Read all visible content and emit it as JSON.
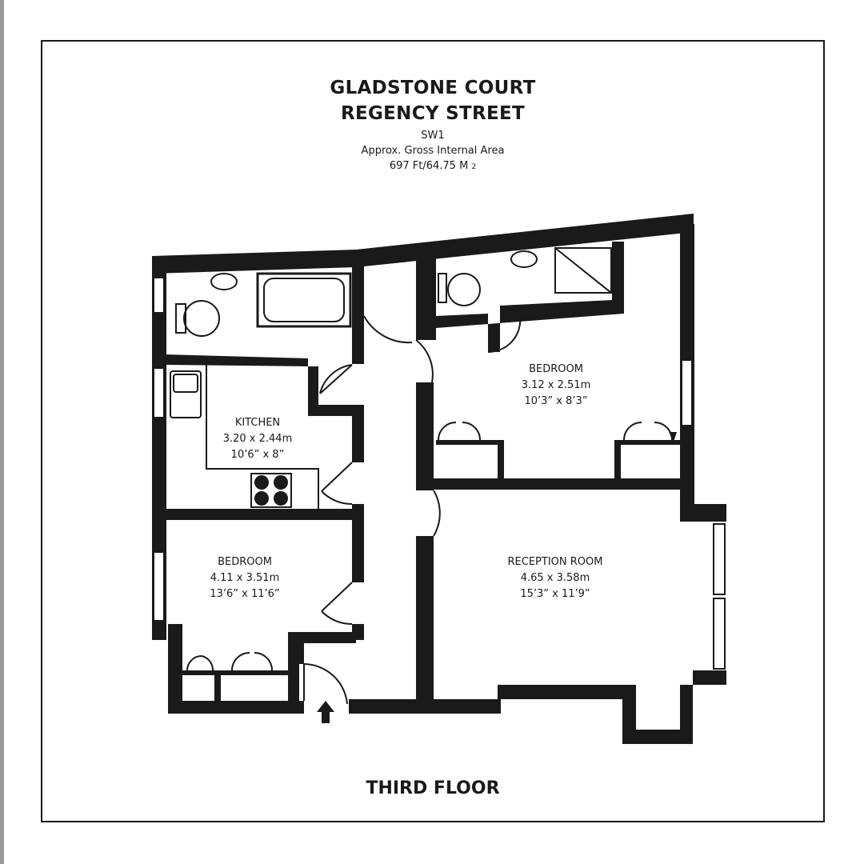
{
  "header": {
    "building": "GLADSTONE COURT",
    "street": "REGENCY STREET",
    "postcode": "SW1",
    "area_label": "Approx. Gross Internal Area",
    "area_value": "697 Ft/64.75 M",
    "area_unit_sup": "2"
  },
  "floor_label": "THIRD FLOOR",
  "rooms": {
    "kitchen": {
      "name": "KITCHEN",
      "metric": "3.20 x 2.44m",
      "imperial": "10’6” x 8”"
    },
    "bedroom_1": {
      "name": "BEDROOM",
      "metric": "3.12 x 2.51m",
      "imperial": "10’3” x 8’3”"
    },
    "bedroom_2": {
      "name": "BEDROOM",
      "metric": "4.11 x 3.51m",
      "imperial": "13’6” x 11’6”"
    },
    "reception": {
      "name": "RECEPTION ROOM",
      "metric": "4.65 x 3.58m",
      "imperial": "15’3” x 11’9”"
    }
  },
  "colors": {
    "wall": "#1a1a1a",
    "background": "#ffffff"
  }
}
